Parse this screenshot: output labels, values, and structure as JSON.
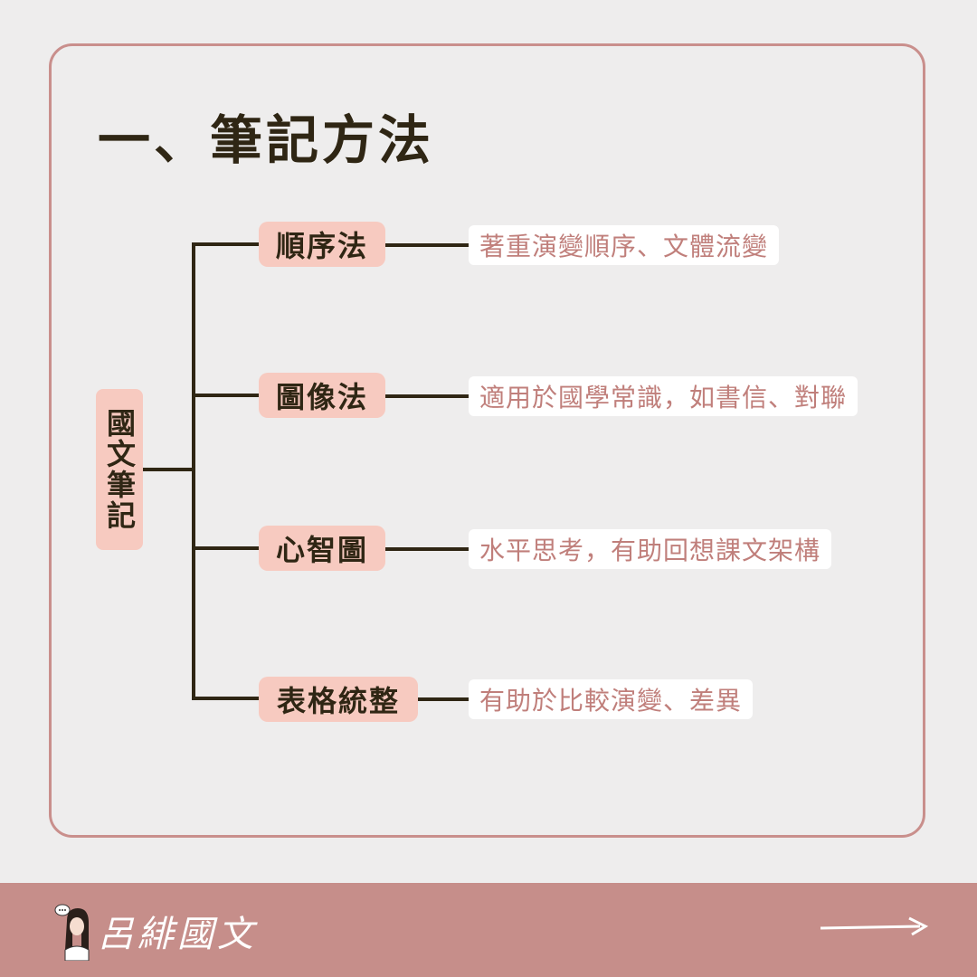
{
  "title": "一、筆記方法",
  "root": "國文筆記",
  "branches": [
    {
      "method": "順序法",
      "desc": "著重演變順序、文體流變"
    },
    {
      "method": "圖像法",
      "desc": "適用於國學常識，如書信、對聯"
    },
    {
      "method": "心智圖",
      "desc": "水平思考，有助回想課文架構"
    },
    {
      "method": "表格統整",
      "desc": "有助於比較演變、差異"
    }
  ],
  "footer": {
    "brand": "呂緋國文",
    "avatar_icon": "girl-avatar-icon",
    "arrow_icon": "right-arrow-icon"
  },
  "colors": {
    "background": "#eeeded",
    "card_border": "#c98f8c",
    "node_fill": "#f7cac0",
    "desc_text": "#c07f7b",
    "line": "#2f2614",
    "footer": "#c68e8a"
  }
}
